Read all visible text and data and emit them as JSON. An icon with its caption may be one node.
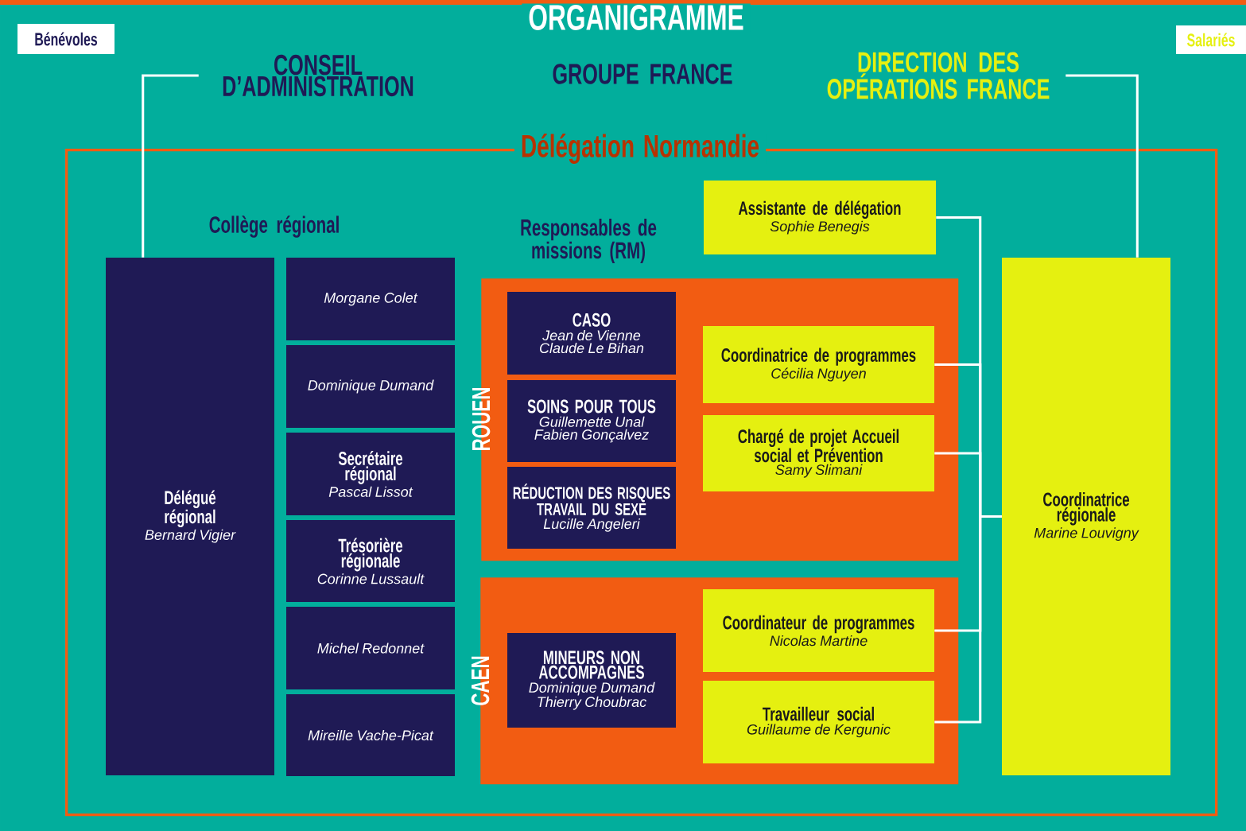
{
  "diagram": {
    "title": "ORGANIGRAMME",
    "nodes": [
      {
        "text": [
          "Bénévoles"
        ]
      },
      {
        "text": [
          "Salariés"
        ]
      },
      {
        "text": [
          "CONSEIL D’ADMINISTRATION"
        ]
      },
      {
        "text": [
          "DIRECTION DES OPÉRATIONS FRANCE"
        ]
      },
      {
        "text": [
          "Délégation Normandie"
        ]
      },
      {
        "text": [
          "Délégué régional",
          "Bernard Vigier"
        ],
        "in": 4
      },
      {
        "text": [
          "Morgane Colet"
        ],
        "in": 4
      },
      {
        "text": [
          "Dominique Dumand"
        ],
        "in": 4
      },
      {
        "text": [
          "Secrétaire régional",
          "Pascal Lissot"
        ],
        "in": 4
      },
      {
        "text": [
          "Trésorière régionale",
          "Corinne Lussault"
        ],
        "in": 4
      },
      {
        "text": [
          "Michel Redonnet"
        ],
        "in": 4
      },
      {
        "text": [
          "Mireille Vache-Picat"
        ],
        "in": 4
      },
      {
        "text": [
          "Assistante de délégation",
          "Sophie Benegis"
        ],
        "in": 4
      },
      {
        "text": [
          "ROUEN"
        ],
        "in": 4
      },
      {
        "text": [
          "CASO",
          "Jean de Vienne Claude Le Bihan"
        ],
        "in": 13
      },
      {
        "text": [
          "SOINS POUR TOUS",
          "Guillemette Unal Fabien Gonçalvez"
        ],
        "in": 13
      },
      {
        "text": [
          "RÉDUCTION DES RISQUES TRAVAIL DU SEXE",
          "Lucille Angeleri"
        ],
        "in": 13
      },
      {
        "text": [
          "Coordinatrice de programmes",
          "Cécilia Nguyen"
        ],
        "in": 13
      },
      {
        "text": [
          "Chargé de projet Accueil social et Prévention",
          "Samy Slimani"
        ],
        "in": 13
      },
      {
        "text": [
          "CAEN"
        ],
        "in": 4
      },
      {
        "text": [
          "MINEURS NON ACCOMPAGNES",
          "Dominique Dumand Thierry Choubrac"
        ],
        "in": 19
      },
      {
        "text": [
          "Coordinateur de programmes",
          "Nicolas Martine"
        ],
        "in": 19
      },
      {
        "text": [
          "Travailleur social",
          "Guillaume de Kergunic"
        ],
        "in": 19
      },
      {
        "text": [
          "Coordinatrice régionale",
          "Marine Louvigny"
        ],
        "in": 4
      }
    ],
    "edges": [
      {
        "from": 2,
        "to": 5,
        "arrow": "none"
      },
      {
        "from": 3,
        "to": 23,
        "arrow": "none"
      },
      {
        "from": 12,
        "to": 23,
        "arrow": "none"
      },
      {
        "from": 17,
        "to": 23,
        "arrow": "none"
      },
      {
        "from": 18,
        "to": 23,
        "arrow": "none"
      },
      {
        "from": 21,
        "to": 23,
        "arrow": "none"
      },
      {
        "from": 22,
        "to": 23,
        "arrow": "none"
      }
    ],
    "labels": [
      "GROUPE FRANCE",
      "Collège régional",
      "Responsables de missions (RM)"
    ]
  }
}
